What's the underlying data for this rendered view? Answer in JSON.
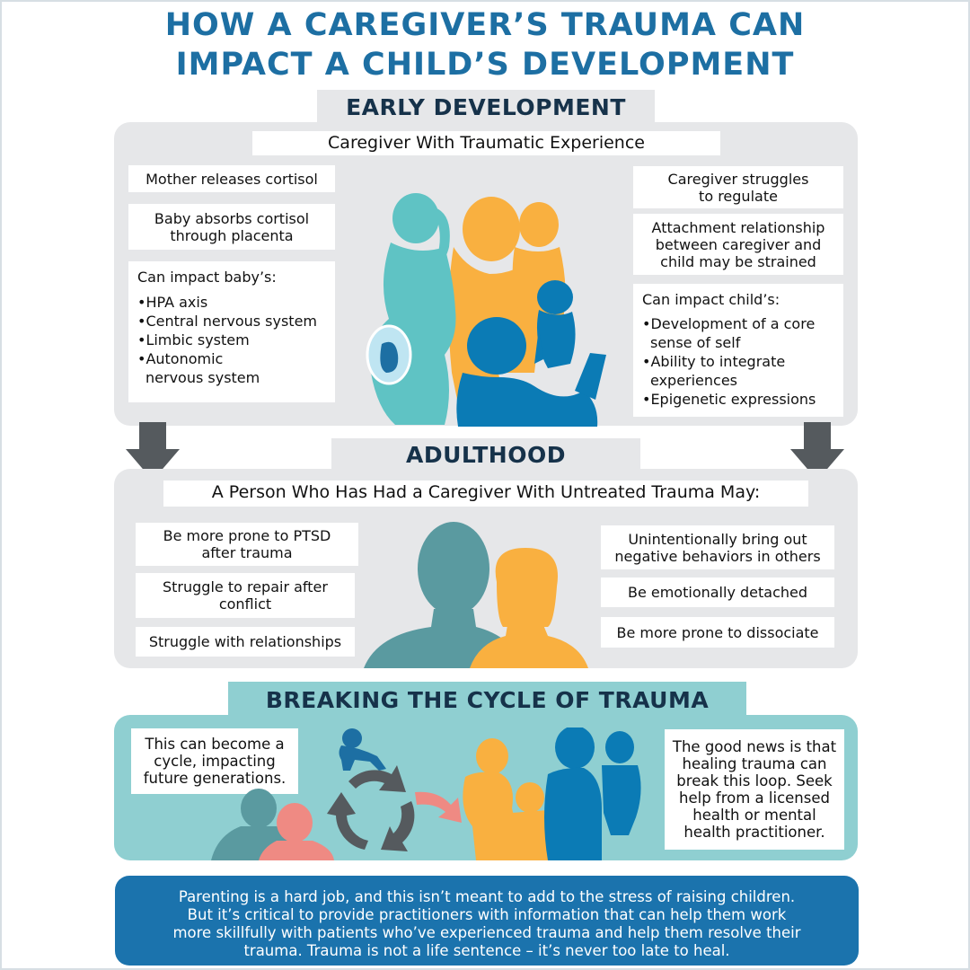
{
  "title": {
    "line1": "HOW A CAREGIVER’S TRAUMA CAN",
    "line2": "IMPACT A CHILD’S DEVELOPMENT"
  },
  "early": {
    "tab": "EARLY DEVELOPMENT",
    "subhead": "Caregiver With Traumatic Experience",
    "left": {
      "box1": "Mother releases cortisol",
      "box2_line1": "Baby absorbs cortisol",
      "box2_line2": "through placenta",
      "list_title": "Can impact baby’s:",
      "items": [
        "•HPA axis",
        "•Central nervous system",
        "•Limbic system",
        "•Autonomic"
      ],
      "item4_cont": "nervous system"
    },
    "right": {
      "box1_line1": "Caregiver struggles",
      "box1_line2": "to regulate",
      "box2_line1": "Attachment relationship",
      "box2_line2": "between caregiver and",
      "box2_line3": "child may be strained",
      "list_title": "Can impact child’s:",
      "item1": "•Development of a core",
      "item1_cont": "sense of self",
      "item2": "•Ability to integrate",
      "item2_cont": "experiences",
      "item3": "•Epigenetic expressions"
    }
  },
  "adult": {
    "tab": "ADULTHOOD",
    "subhead": "A Person Who Has Had a Caregiver With Untreated Trauma May:",
    "left": {
      "box1_line1": "Be more prone to PTSD",
      "box1_line2": "after trauma",
      "box2_line1": "Struggle to repair after",
      "box2_line2": "conflict",
      "box3": "Struggle with relationships"
    },
    "right": {
      "box1_line1": "Unintentionally bring out",
      "box1_line2": "negative behaviors in others",
      "box2": "Be emotionally detached",
      "box3": "Be more prone to dissociate"
    }
  },
  "cycle": {
    "tab": "BREAKING THE CYCLE OF TRAUMA",
    "left_line1": "This  can become a",
    "left_line2": "cycle, impacting",
    "left_line3": "future generations.",
    "right_line1": "The good news is that",
    "right_line2": "healing trauma can",
    "right_line3": "break this loop. Seek",
    "right_line4": "help from a licensed",
    "right_line5": "health or mental",
    "right_line6": "health practitioner."
  },
  "footer": {
    "line1": "Parenting is a hard job, and this isn’t meant to add to the stress of raising children.",
    "line2": "But it’s critical to provide practitioners with information that can help them work",
    "line3": "more skillfully with patients who’ve experienced trauma and help them resolve their",
    "line4": "trauma. Trauma is not a life sentence – it’s never too late to heal."
  },
  "colors": {
    "title_blue": "#1d6fa3",
    "teal_figure": "#5fc3c4",
    "orange_figure": "#f9b040",
    "blue_figure": "#0b7bb5",
    "dark_teal_figure": "#5a9aa0",
    "pink_figure": "#ef8a83",
    "arrow_gray": "#555a5e"
  },
  "icons": {
    "down_arrow": "down-arrow-icon",
    "cycle": "cycle-arrows-icon"
  }
}
